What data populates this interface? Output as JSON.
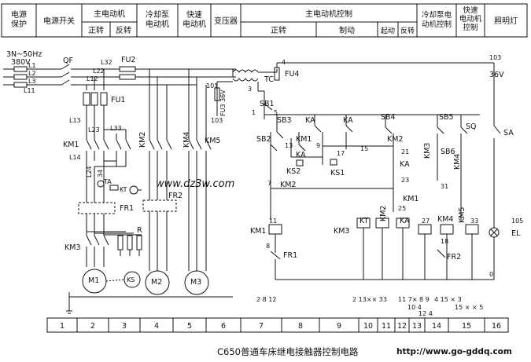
{
  "header": {
    "cells": [
      {
        "id": "psp",
        "text": "电源\n保护"
      },
      {
        "id": "psw",
        "text": "电源开关"
      },
      {
        "id": "main",
        "text": "主电动机"
      },
      {
        "id": "fwd",
        "text": "正转"
      },
      {
        "id": "rev",
        "text": "反转"
      },
      {
        "id": "pump",
        "text": "冷却泵\n电动机"
      },
      {
        "id": "fast",
        "text": "快速\n电动机"
      },
      {
        "id": "xfmr",
        "text": "变压器"
      },
      {
        "id": "mainctl",
        "text": "主电动机控制"
      },
      {
        "id": "cfwd",
        "text": "正转"
      },
      {
        "id": "brake",
        "text": "制动"
      },
      {
        "id": "inch",
        "text": "起动"
      },
      {
        "id": "crev",
        "text": "反转"
      },
      {
        "id": "pumpctl",
        "text": "冷却泵电\n动机控制"
      },
      {
        "id": "fastctl",
        "text": "快速\n电动机\n控制"
      },
      {
        "id": "lamp",
        "text": "照明灯"
      }
    ]
  },
  "labels": {
    "supply": "3N~50Hz",
    "v380": "380V",
    "qf": "QF",
    "fu2": "FU2",
    "l32": "L32",
    "l22": "L22",
    "l12": "L12",
    "l1": "L1",
    "l2": "L2",
    "l3": "L3",
    "l11": "L11",
    "fu1": "FU1",
    "l13": "L13",
    "l23": "L23",
    "l33": "L33",
    "km1a": "KM1",
    "l14": "L14",
    "l24": "L24",
    "n34": "34",
    "ta": "TA",
    "kta": "KT",
    "fr1": "FR1",
    "km3a": "KM3",
    "r": "R",
    "m1": "M1",
    "ks": "KS",
    "km2a": "KM2",
    "km4a": "KM4",
    "km5a": "KM5",
    "fr2": "FR2",
    "m2": "M2",
    "m3": "M3",
    "watermark": "www.dz3w.com",
    "n4": "4",
    "fu4": "FU4",
    "n101": "101",
    "n103": "103",
    "fu3": "FU3 36V",
    "tc": "TC",
    "n3": "3",
    "sb1": "SB1",
    "n1": "1",
    "n5": "5",
    "sb3": "SB3",
    "ka1": "KA",
    "ka2": "KA",
    "sb4": "SB4",
    "sb5": "SB5",
    "sq": "SQ",
    "sb2": "SB2",
    "n13": "13",
    "km1b": "KM1",
    "n9": "9",
    "ka3": "KA",
    "n17": "17",
    "n15": "15",
    "km2b": "KM2",
    "n21": "21",
    "km3b": "KM3",
    "sb6": "SB6",
    "km4b": "KM4",
    "ks2": "KS2",
    "ks1": "KS1",
    "ka4": "KA",
    "n23": "23",
    "n31": "31",
    "n7": "7",
    "km2c": "KM2",
    "km1c": "KM1",
    "n25": "25",
    "n11": "11",
    "km1coil": "KM1",
    "km3coil": "KM3",
    "ktcoil": "KT",
    "km2coil": "KM2",
    "kacoil": "KA",
    "n27": "27",
    "km4coil": "KM4",
    "km5coil": "KM5",
    "n33": "33",
    "n8": "8",
    "n18": "18",
    "fr1b": "FR1",
    "fr2b": "FR2",
    "n103r": "103",
    "v36": "36V",
    "sa": "SA",
    "n105": "105",
    "el": "EL",
    "n0": "0"
  },
  "xref": [
    {
      "id": "c1",
      "text": "2 8 12"
    },
    {
      "id": "c2",
      "text": "2 13×× 33"
    },
    {
      "id": "c3",
      "text": "11 7× 8 9"
    },
    {
      "id": "c4",
      "text": "10 4"
    },
    {
      "id": "c5",
      "text": "12 4"
    },
    {
      "id": "c6",
      "text": "4 15 × 3"
    },
    {
      "id": "c7",
      "text": "15 × × 5"
    }
  ],
  "columns": [
    "1",
    "2",
    "3",
    "4",
    "5",
    "6",
    "7",
    "8",
    "9",
    "10",
    "11",
    "12",
    "13",
    "14",
    "15",
    "16"
  ],
  "caption": "C650普通车床继电接触器控制电路",
  "url": "http://www.go-gddq.com"
}
